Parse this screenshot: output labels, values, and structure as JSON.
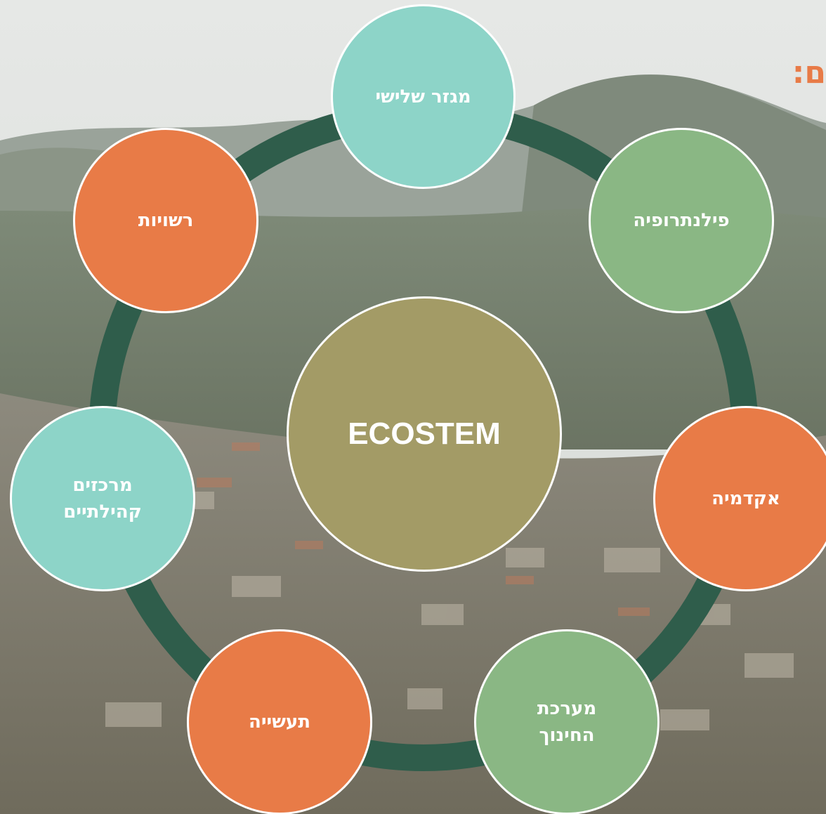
{
  "title_fragment": "ם:",
  "center": {
    "label": "ECOSTEM",
    "color": "#a39b66"
  },
  "nodes": [
    {
      "id": "third-sector",
      "label": "מגזר שלישי",
      "color": "#8dd4c8"
    },
    {
      "id": "philanthropy",
      "label": "פילנתרופיה",
      "color": "#8ab784"
    },
    {
      "id": "academia",
      "label": "אקדמיה",
      "color": "#e87b47"
    },
    {
      "id": "education-system",
      "label": "מערכת\nהחינוך",
      "color": "#8ab784"
    },
    {
      "id": "industry",
      "label": "תעשייה",
      "color": "#e87b47"
    },
    {
      "id": "community-centers",
      "label": "מרכזים\nקהילתיים",
      "color": "#8dd4c8"
    },
    {
      "id": "authorities",
      "label": "רשויות",
      "color": "#e87b47"
    }
  ],
  "ring_color": "#2f5d4b"
}
